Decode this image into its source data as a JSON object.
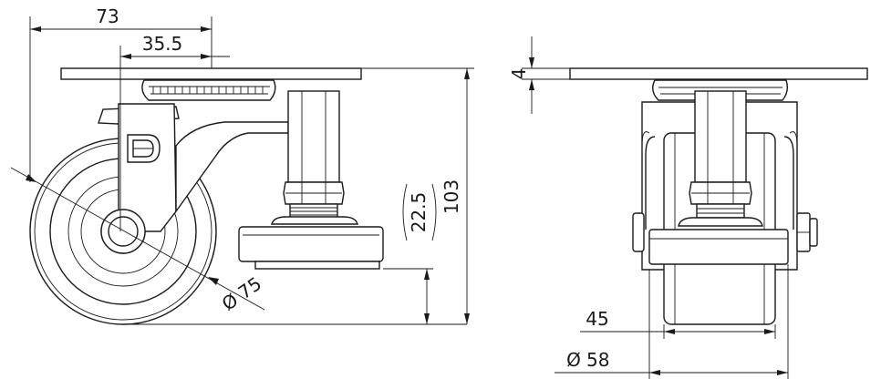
{
  "drawing": {
    "side_view": {
      "dim_overall_length": "73",
      "dim_offset": "35.5",
      "dim_height": "103",
      "dim_brake_pad": "22.5",
      "dim_wheel_diameter": "75",
      "logo_letter": "D"
    },
    "front_view": {
      "dim_plate_thickness": "4",
      "dim_wheel_width": "45",
      "dim_outer_width": "58"
    },
    "diameter_symbol": "Ø",
    "line_color": "#1a1a1a",
    "background_color": "#ffffff"
  }
}
